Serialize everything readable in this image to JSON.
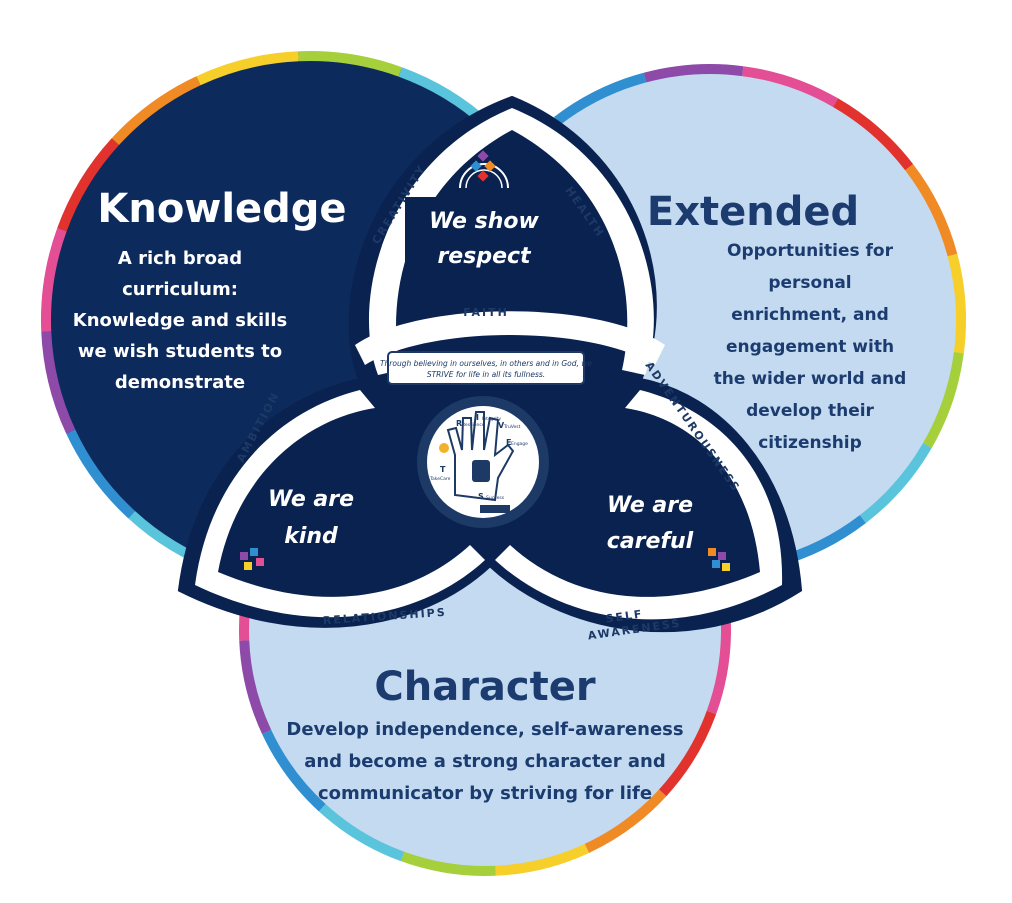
{
  "colors": {
    "navy": "#0d2a5c",
    "dark_navy": "#0a2250",
    "light_blue": "#c3daf0",
    "text_navy": "#1c3c70",
    "white": "#ffffff",
    "rainbow": [
      "#e2322e",
      "#f08a24",
      "#f6cf2a",
      "#a6cf3c",
      "#5ac4dc",
      "#2f8fd1",
      "#8d4aa8",
      "#e34e94"
    ]
  },
  "knowledge": {
    "title": "Knowledge",
    "lines": [
      "A rich broad",
      "curriculum:",
      "Knowledge and skills",
      "we wish students to",
      "demonstrate"
    ]
  },
  "extended": {
    "title": "Extended",
    "lines": [
      "Opportunities for",
      "personal",
      "enrichment, and",
      "engagement with",
      "the wider world and",
      "develop their",
      "citizenship"
    ]
  },
  "character": {
    "title": "Character",
    "lines": [
      "Develop independence, self-awareness",
      "and become a strong character and",
      "communicator by striving for life"
    ]
  },
  "values": {
    "respect": [
      "We show",
      "respect"
    ],
    "kind": [
      "We are",
      "kind"
    ],
    "careful": [
      "We are",
      "careful"
    ]
  },
  "ring_labels": {
    "creativity": "CREATIVITY",
    "health": "HEALTH",
    "faith": "FAITH",
    "ambition": "AMBITION",
    "adventurousness": "ADVENTUROUSNESS",
    "relationships": "RELATIONSHIPS",
    "self": "SELF",
    "awareness": "AWARENESS"
  },
  "motto": [
    "Through believing in ourselves, in others and in God, we",
    "STRIVE for life in all its fullness."
  ],
  "strive_letters": {
    "s": "S",
    "t": "T",
    "r": "R",
    "i": "I",
    "v": "V",
    "e": "E"
  },
  "strive_words": {
    "resilience": "Resilience",
    "integrity": "Integrity",
    "trust": "TruVest",
    "engage": "Engage",
    "takecare": "TakeCare",
    "success": "Success"
  },
  "icons": [
    "church-window-icon",
    "hand-logo-icon",
    "colour-squares-icon"
  ]
}
